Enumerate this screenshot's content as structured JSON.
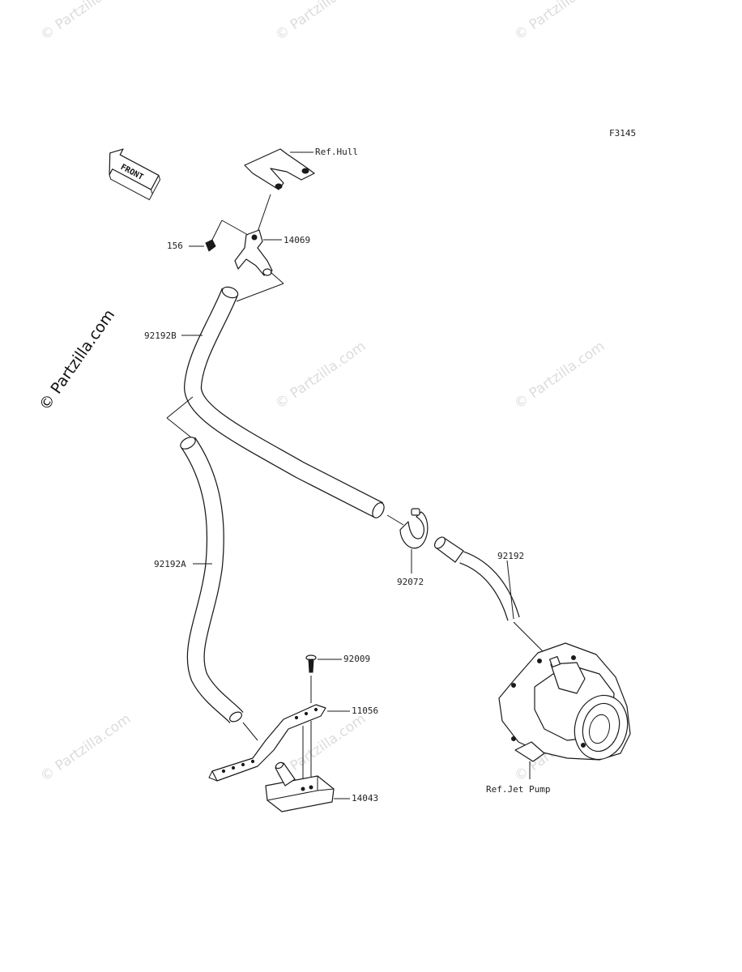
{
  "figure_code": "F3145",
  "front_label": "FRONT",
  "watermark": "© Partzilla.com",
  "labels": {
    "ref_hull": "Ref.Hull",
    "p14069": "14069",
    "p156": "156",
    "p92192B": "92192B",
    "p92192A": "92192A",
    "p92072": "92072",
    "p92192": "92192",
    "p92009": "92009",
    "p11056": "11056",
    "p14043": "14043",
    "ref_jet_pump": "Ref.Jet Pump"
  }
}
